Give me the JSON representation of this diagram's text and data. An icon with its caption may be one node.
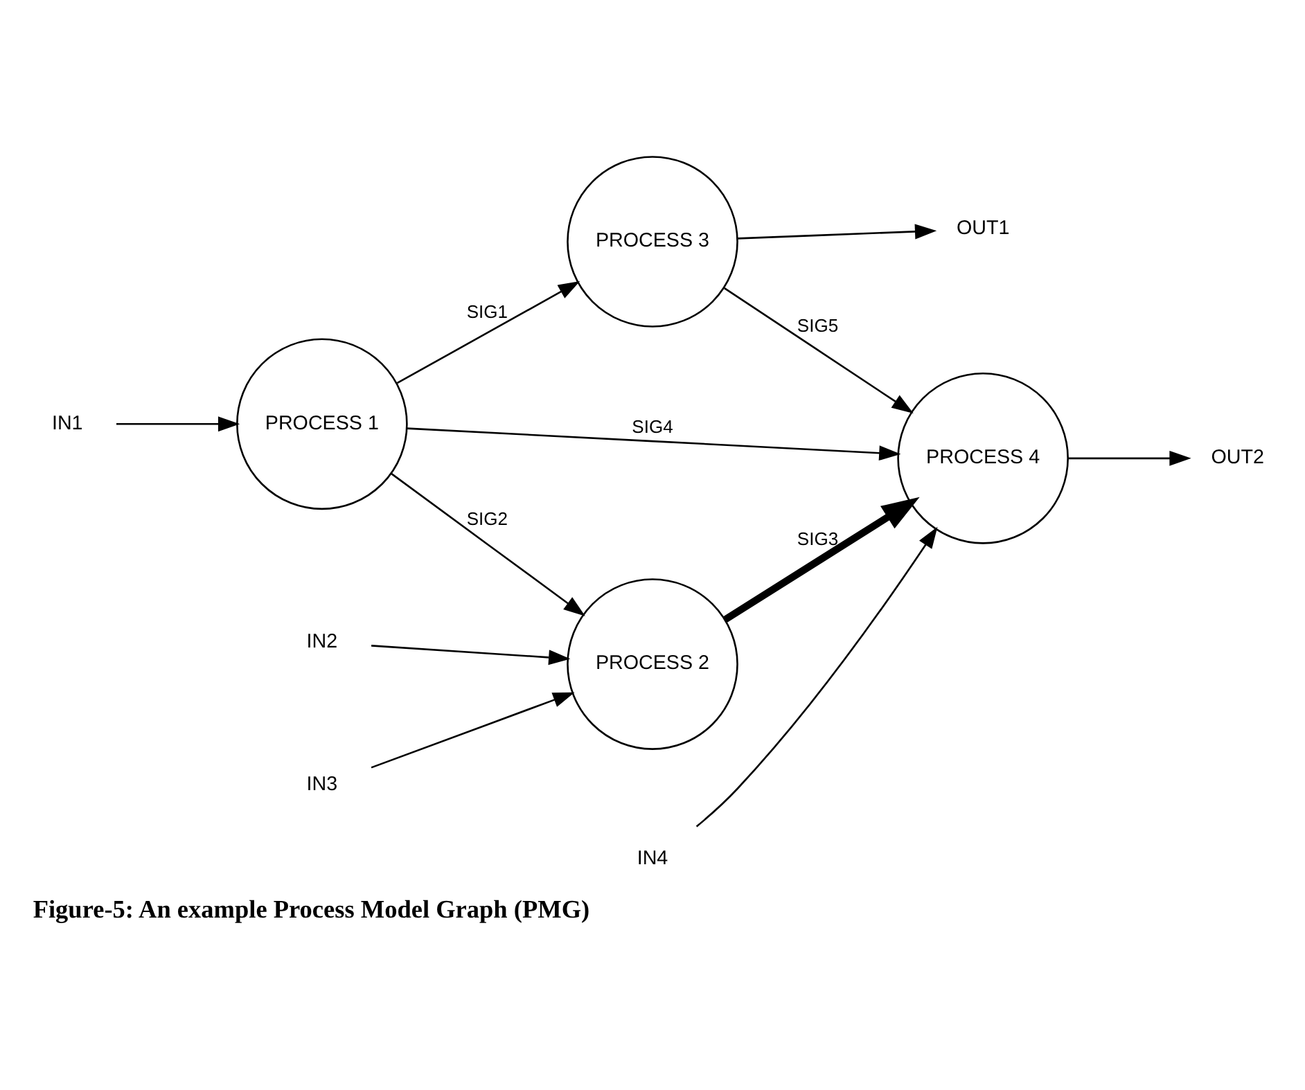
{
  "diagram": {
    "caption": "Figure-5: An example Process Model Graph (PMG)",
    "nodes": [
      {
        "text": [
          "PROCESS 1"
        ]
      },
      {
        "text": [
          "PROCESS 2"
        ]
      },
      {
        "text": [
          "PROCESS 3"
        ]
      },
      {
        "text": [
          "PROCESS 4"
        ]
      },
      {
        "text": [
          "IN1"
        ]
      },
      {
        "text": [
          "IN2"
        ]
      },
      {
        "text": [
          "IN3"
        ]
      },
      {
        "text": [
          "IN4"
        ]
      },
      {
        "text": [
          "OUT1"
        ]
      },
      {
        "text": [
          "OUT2"
        ]
      }
    ],
    "edges": [
      {
        "from": 4,
        "to": 0,
        "arrow": "to"
      },
      {
        "from": 0,
        "to": 2,
        "arrow": "to",
        "label": "SIG1"
      },
      {
        "from": 0,
        "to": 1,
        "arrow": "to",
        "label": "SIG2"
      },
      {
        "from": 0,
        "to": 3,
        "arrow": "to",
        "label": "SIG4"
      },
      {
        "from": 2,
        "to": 3,
        "arrow": "to",
        "label": "SIG5"
      },
      {
        "from": 1,
        "to": 3,
        "arrow": "to",
        "label": "SIG3",
        "style": "thick"
      },
      {
        "from": 2,
        "to": 8,
        "arrow": "to"
      },
      {
        "from": 3,
        "to": 9,
        "arrow": "to"
      },
      {
        "from": 5,
        "to": 1,
        "arrow": "to"
      },
      {
        "from": 6,
        "to": 1,
        "arrow": "to"
      },
      {
        "from": 7,
        "to": 3,
        "arrow": "to"
      }
    ]
  }
}
